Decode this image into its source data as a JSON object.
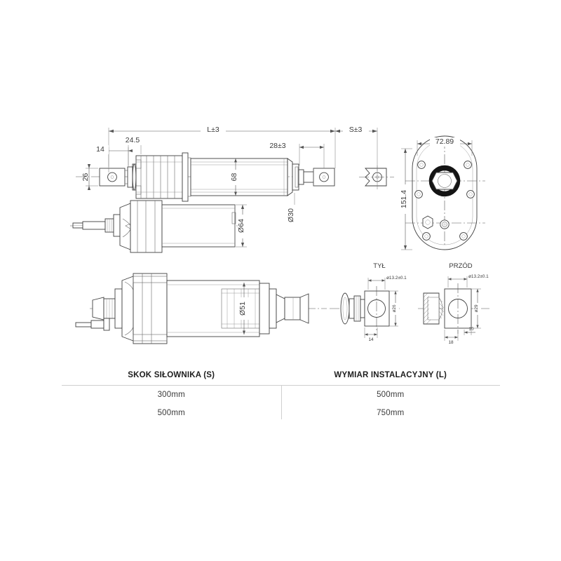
{
  "document": {
    "type": "technical-drawing",
    "subject": "linear actuator (siłownik) dimensional drawing",
    "background_color": "#ffffff",
    "line_color": "#3f3f3f",
    "text_color": "#333333"
  },
  "dimensions": {
    "top_view": {
      "overall_L": "L±3",
      "stroke_S": "S±3",
      "front_mount": "28±3",
      "rear_offset": "24.5",
      "rear_tab": "14",
      "rear_eye": "26",
      "tube_dia": "68",
      "rod_dia": "Ø30"
    },
    "middle_view": {
      "motor_dia": "Ø64"
    },
    "bottom_view": {
      "body_dia": "Ø51"
    },
    "gearbox_view": {
      "width": "72.89",
      "height": "151.4"
    },
    "rear_detail": {
      "label": "TYŁ",
      "bore": "ø13.2±0.1",
      "outer_dia": "ø26",
      "thickness": "14"
    },
    "front_detail": {
      "label": "PRZÓD",
      "bore": "ø13.2±0.1",
      "outer_dia": "ø29",
      "width": "18",
      "depth": "10"
    }
  },
  "spec_table": {
    "headers": [
      "SKOK SIŁOWNIKA (S)",
      "WYMIAR INSTALACYJNY (L)"
    ],
    "rows": [
      {
        "stroke": "300mm",
        "install": "500mm"
      },
      {
        "stroke": "500mm",
        "install": "750mm"
      }
    ]
  }
}
